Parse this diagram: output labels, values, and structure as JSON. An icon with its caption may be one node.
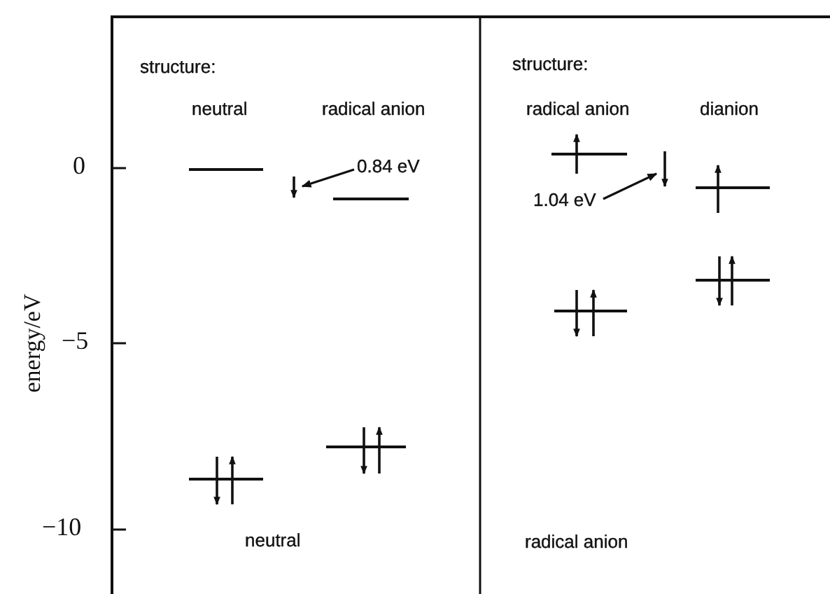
{
  "diagram": {
    "nodes": [
      {
        "text": [
          "0.84 eV"
        ]
      },
      {
        "text": [],
        "shape": "arrow"
      },
      {
        "text": [
          "1.04 eV"
        ]
      },
      {
        "text": [],
        "shape": "arrow"
      }
    ],
    "edges": [
      {
        "from": 0,
        "to": 1,
        "arrow": "to"
      },
      {
        "from": 2,
        "to": 3,
        "arrow": "to"
      }
    ],
    "labels": [
      "structure:",
      "neutral",
      "radical anion",
      "structure:",
      "radical anion",
      "dianion",
      "energy/eV",
      "0",
      "−5",
      "−10",
      "neutral",
      "radical anion"
    ]
  }
}
